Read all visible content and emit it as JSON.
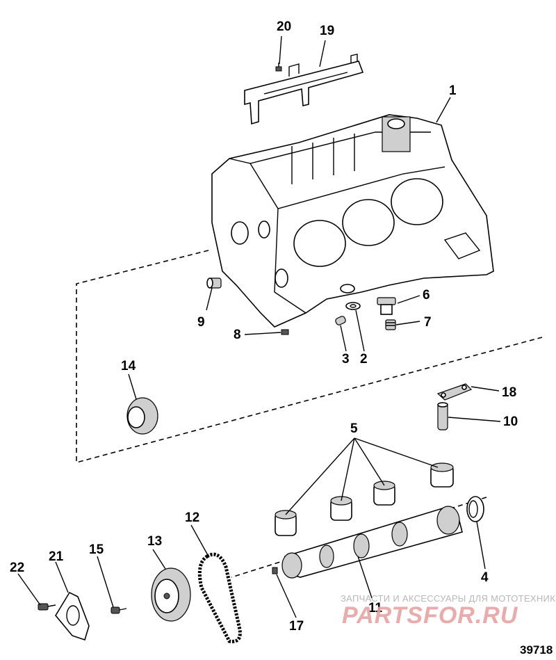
{
  "callouts": {
    "c1": "1",
    "c2": "2",
    "c3": "3",
    "c4": "4",
    "c5": "5",
    "c6": "6",
    "c7": "7",
    "c8": "8",
    "c9": "9",
    "c10": "10",
    "c11": "11",
    "c12": "12",
    "c13": "13",
    "c14": "14",
    "c15": "15",
    "c17": "17",
    "c18": "18",
    "c19": "19",
    "c20": "20",
    "c21": "21",
    "c22": "22"
  },
  "watermark": {
    "line1": "ЗАПЧАСТИ И АКСЕССУАРЫ ДЛЯ МОТОТЕХНИКИ",
    "logo": "PARTSFOR.RU"
  },
  "figure_id": "39718"
}
